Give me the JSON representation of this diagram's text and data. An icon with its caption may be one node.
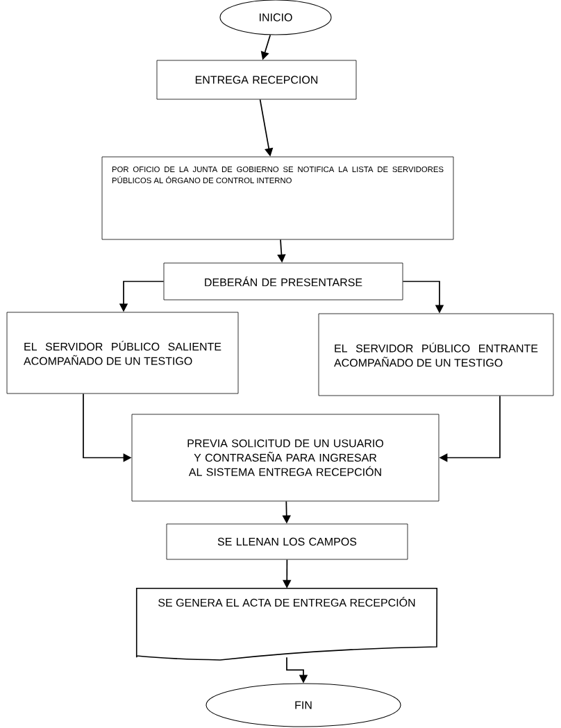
{
  "diagram": {
    "nodes": [
      {
        "text": [
          "INICIO"
        ]
      },
      {
        "text": [
          "ENTREGA RECEPCION"
        ]
      },
      {
        "text": [
          "POR OFICIO DE LA JUNTA DE GOBIERNO SE NOTIFICA LA LISTA DE SERVIDORES PÚBLICOS AL ÓRGANO DE CONTROL INTERNO"
        ]
      },
      {
        "text": [
          "DEBERÁN DE PRESENTARSE"
        ]
      },
      {
        "text": [
          "EL SERVIDOR PÚBLICO SALIENTE ACOMPAÑADO DE UN TESTIGO"
        ]
      },
      {
        "text": [
          "EL SERVIDOR PÚBLICO ENTRANTE ACOMPAÑADO DE UN TESTIGO"
        ]
      },
      {
        "text": [
          "PREVIA SOLICITUD DE UN USUARIO Y CONTRASEÑA PARA INGRESAR AL SISTEMA ENTREGA RECEPCIÓN"
        ]
      },
      {
        "text": [
          "SE LLENAN LOS CAMPOS"
        ]
      },
      {
        "text": [
          "SE GENERA EL ACTA DE ENTREGA RECEPCIÓN"
        ]
      },
      {
        "text": [
          "FIN"
        ]
      }
    ],
    "edges": [
      {
        "from": 0,
        "to": 1,
        "arrow": "to"
      },
      {
        "from": 1,
        "to": 2,
        "arrow": "to"
      },
      {
        "from": 2,
        "to": 3,
        "arrow": "to"
      },
      {
        "from": 3,
        "to": 4,
        "arrow": "to"
      },
      {
        "from": 3,
        "to": 5,
        "arrow": "to"
      },
      {
        "from": 4,
        "to": 6,
        "arrow": "to"
      },
      {
        "from": 5,
        "to": 6,
        "arrow": "to"
      },
      {
        "from": 6,
        "to": 7,
        "arrow": "to"
      },
      {
        "from": 7,
        "to": 8,
        "arrow": "to"
      },
      {
        "from": 8,
        "to": 9,
        "arrow": "to"
      }
    ]
  }
}
